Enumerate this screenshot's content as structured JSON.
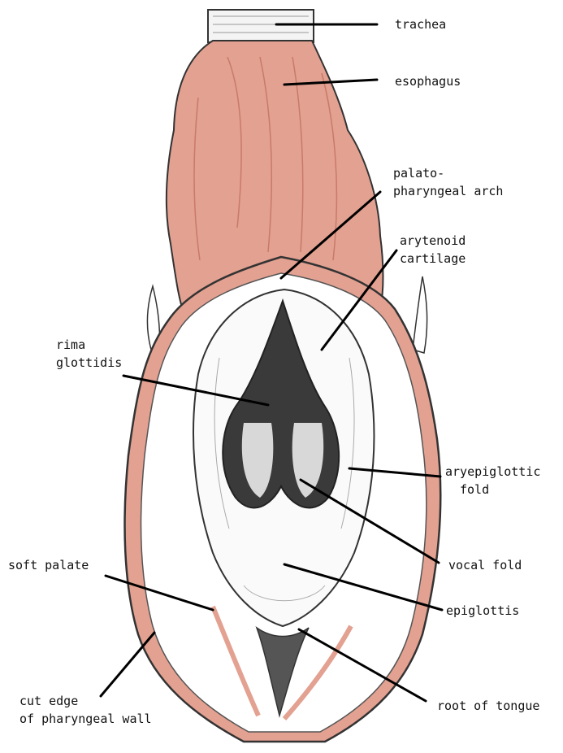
{
  "labels": {
    "trachea": "trachea",
    "esophagus": "esophagus",
    "palatopharyngeal_arch": [
      "palato-",
      "pharyngeal arch"
    ],
    "arytenoid_cartilage": [
      "arytenoid",
      "cartilage"
    ],
    "rima_glottidis": [
      "rima",
      "glottidis"
    ],
    "aryepiglottic_fold": [
      "aryepiglottic",
      "fold"
    ],
    "vocal_fold": "vocal fold",
    "soft_palate": "soft palate",
    "epiglottis": "epiglottis",
    "cut_edge": [
      "cut edge",
      "of pharyngeal wall"
    ],
    "root_of_tongue": "root of tongue"
  },
  "colors": {
    "muscle": "#e3a191",
    "muscle_dark": "#c97a68",
    "outline": "#2a2a2a",
    "mucosa": "#ffffff",
    "glottis_dark": "#3a3a3a",
    "leader_line": "#000000"
  }
}
